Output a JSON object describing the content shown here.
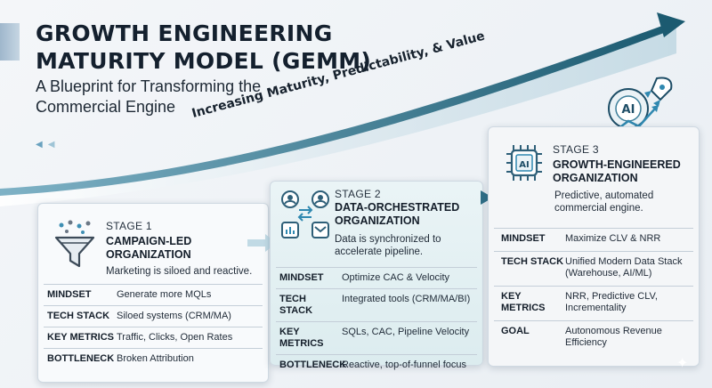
{
  "header": {
    "title": "GROWTH ENGINEERING MATURITY MODEL (GEMM)",
    "subtitle": "A Blueprint for Transforming the Commercial Engine",
    "band_label": "Increasing Maturity, Predictability, & Value"
  },
  "colors": {
    "accent_dark": "#1d5d73",
    "accent_light": "#c9dde6",
    "text": "#141e2a"
  },
  "stages": [
    {
      "number": "STAGE 1",
      "name": "CAMPAIGN-LED ORGANIZATION",
      "description": "Marketing is siloed and reactive.",
      "icon": "funnel-icon",
      "rows": [
        {
          "key": "MINDSET",
          "value": "Generate more MQLs"
        },
        {
          "key": "TECH STACK",
          "value": "Siloed systems (CRM/MA)"
        },
        {
          "key": "KEY METRICS",
          "value": "Traffic, Clicks, Open Rates"
        },
        {
          "key": "BOTTLENECK",
          "value": "Broken Attribution"
        }
      ]
    },
    {
      "number": "STAGE 2",
      "name": "DATA-ORCHESTRATED ORGANIZATION",
      "description": "Data is synchronized to accelerate pipeline.",
      "icon": "data-sync-icon",
      "rows": [
        {
          "key": "MINDSET",
          "value": "Optimize CAC & Velocity"
        },
        {
          "key": "TECH STACK",
          "value": "Integrated tools (CRM/MA/BI)"
        },
        {
          "key": "KEY METRICS",
          "value": "SQLs, CAC, Pipeline Velocity"
        },
        {
          "key": "BOTTLENECK",
          "value": "Reactive, top-of-funnel focus"
        }
      ]
    },
    {
      "number": "STAGE 3",
      "name": "GROWTH-ENGINEERED ORGANIZATION",
      "description": "Predictive, automated commercial engine.",
      "icon": "ai-chip-icon",
      "rows": [
        {
          "key": "MINDSET",
          "value": "Maximize CLV & NRR"
        },
        {
          "key": "TECH STACK",
          "value": "Unified Modern Data Stack (Warehouse, AI/ML)"
        },
        {
          "key": "KEY METRICS",
          "value": "NRR, Predictive CLV, Incrementality"
        },
        {
          "key": "GOAL",
          "value": "Autonomous Revenue Efficiency"
        }
      ]
    }
  ],
  "badge": {
    "label": "AI",
    "icon": "rocket-icon"
  }
}
